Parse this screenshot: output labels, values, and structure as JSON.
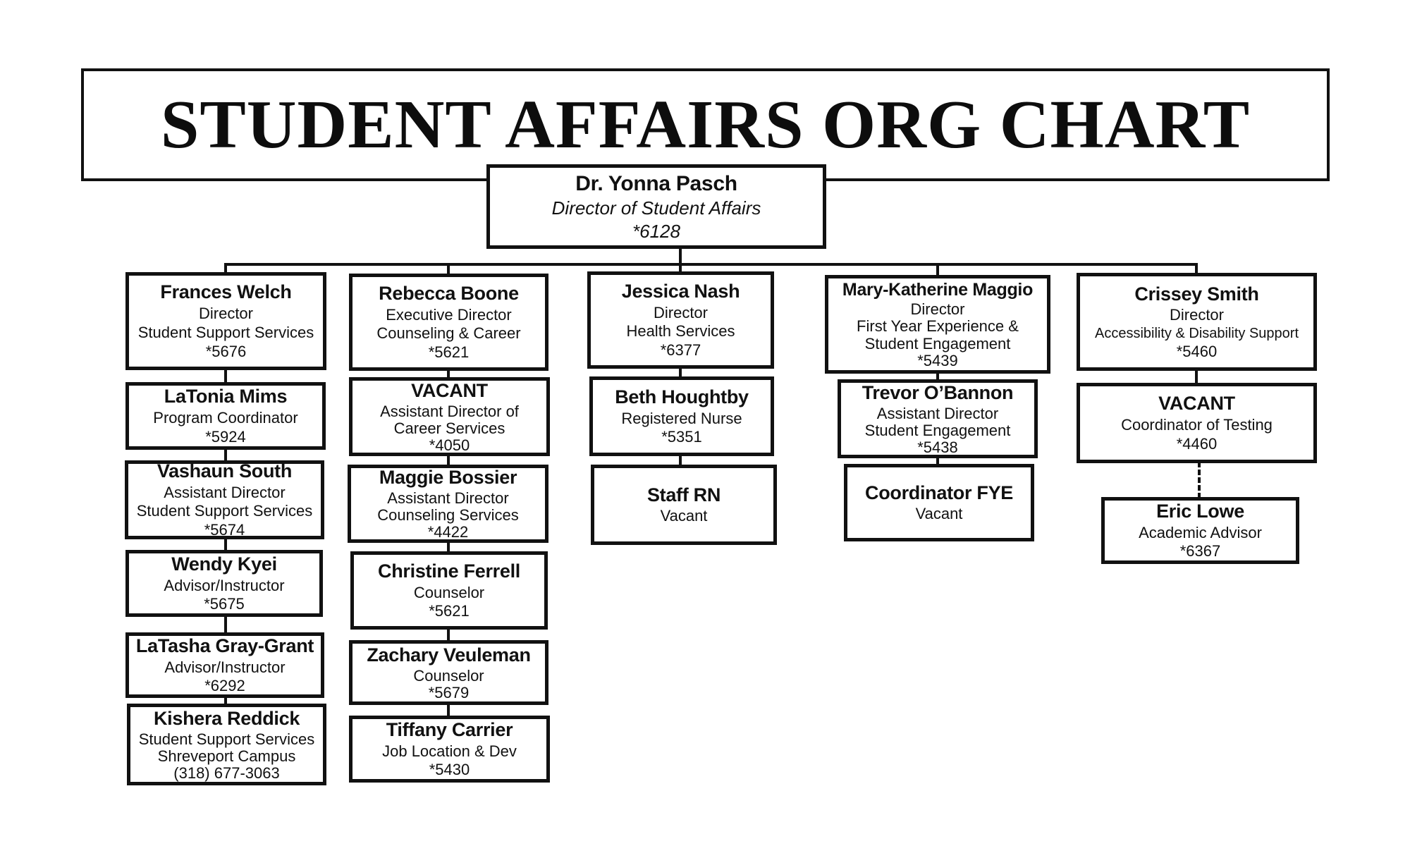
{
  "title": "STUDENT AFFAIRS ORG CHART",
  "colors": {
    "ink": "#111111",
    "paper": "#ffffff"
  },
  "boxes": {
    "pasch": {
      "name": "Dr. Yonna Pasch",
      "lines": [
        "Director of Student Affairs",
        "*6128"
      ]
    },
    "welch": {
      "name": "Frances Welch",
      "lines": [
        "Director",
        "Student Support Services",
        "*5676"
      ]
    },
    "mims": {
      "name": "LaTonia Mims",
      "lines": [
        "Program Coordinator",
        "*5924"
      ]
    },
    "south": {
      "name": "Vashaun South",
      "lines": [
        "Assistant Director",
        "Student Support Services",
        "*5674"
      ]
    },
    "kyei": {
      "name": "Wendy Kyei",
      "lines": [
        "Advisor/Instructor",
        "*5675"
      ]
    },
    "graygrant": {
      "name": "LaTasha Gray-Grant",
      "lines": [
        "Advisor/Instructor",
        "*6292"
      ]
    },
    "reddick": {
      "name": "Kishera Reddick",
      "lines": [
        "Student Support Services",
        "Shreveport Campus",
        "(318) 677-3063"
      ]
    },
    "boone": {
      "name": "Rebecca Boone",
      "lines": [
        "Executive Director",
        "Counseling & Career",
        "*5621"
      ]
    },
    "vacant_career": {
      "name": "VACANT",
      "lines": [
        "Assistant Director of",
        "Career Services",
        "*4050"
      ]
    },
    "bossier": {
      "name": "Maggie Bossier",
      "lines": [
        "Assistant Director",
        "Counseling Services",
        "*4422"
      ]
    },
    "ferrell": {
      "name": "Christine Ferrell",
      "lines": [
        "Counselor",
        "*5621"
      ]
    },
    "veuleman": {
      "name": "Zachary Veuleman",
      "lines": [
        "Counselor",
        "*5679"
      ]
    },
    "carrier": {
      "name": "Tiffany Carrier",
      "lines": [
        "Job Location & Dev",
        "*5430"
      ]
    },
    "nash": {
      "name": "Jessica Nash",
      "lines": [
        "Director",
        "Health Services",
        "*6377"
      ]
    },
    "houghtby": {
      "name": "Beth Houghtby",
      "lines": [
        "Registered Nurse",
        "*5351"
      ]
    },
    "staff_rn": {
      "name": "Staff RN",
      "lines": [
        "Vacant"
      ]
    },
    "maggio": {
      "name": "Mary-Katherine Maggio",
      "lines": [
        "Director",
        "First Year Experience &",
        "Student Engagement",
        "*5439"
      ]
    },
    "obannon": {
      "name": "Trevor O’Bannon",
      "lines": [
        "Assistant Director",
        "Student Engagement",
        "*5438"
      ]
    },
    "coord_fye": {
      "name": "Coordinator FYE",
      "lines": [
        "Vacant"
      ]
    },
    "smith": {
      "name": "Crissey Smith",
      "lines": [
        "Director",
        "Accessibility & Disability Support",
        "*5460"
      ]
    },
    "vacant_testing": {
      "name": "VACANT",
      "lines": [
        "Coordinator of Testing",
        "*4460"
      ]
    },
    "lowe": {
      "name": "Eric Lowe",
      "lines": [
        "Academic Advisor",
        "*6367"
      ]
    }
  },
  "hierarchy": {
    "root": "pasch",
    "columns": [
      [
        "welch",
        "mims",
        "south",
        "kyei",
        "graygrant",
        "reddick"
      ],
      [
        "boone",
        "vacant_career",
        "bossier",
        "ferrell",
        "veuleman",
        "carrier"
      ],
      [
        "nash",
        "houghtby",
        "staff_rn"
      ],
      [
        "maggio",
        "obannon",
        "coord_fye"
      ],
      [
        "smith",
        "vacant_testing"
      ]
    ],
    "dashed_links": [
      [
        "vacant_testing",
        "lowe"
      ]
    ]
  }
}
